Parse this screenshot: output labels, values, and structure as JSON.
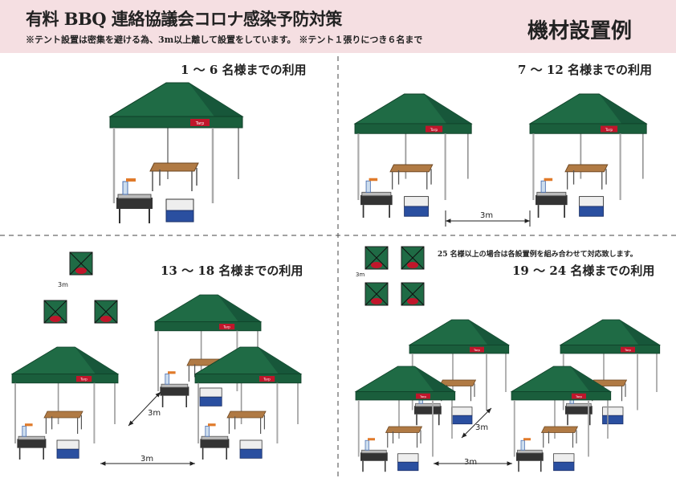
{
  "header": {
    "title": "有料 BBQ 連絡協議会コロナ感染予防対策",
    "subtitle": "※テント設置は密集を避ける為、3m以上離して設置をしています。 ※テント１張りにつき６名まで",
    "badge": "機材設置例"
  },
  "sections": [
    {
      "label": "1 〜 6 名様までの利用"
    },
    {
      "label": "7 〜 12 名様までの利用"
    },
    {
      "label": "13 〜 18 名様までの利用"
    },
    {
      "label": "19 〜 24 名様までの利用",
      "note": "25 名様以上の場合は各設置例を組み合わせて対応致します。"
    }
  ],
  "tent_label": "Tarp",
  "distance": "3m",
  "colors": {
    "header_bg": "#f5dfe2",
    "tent_green": "#1f6b45",
    "tarp_red": "#c0162b",
    "cooler_blue": "#2a4fa0",
    "table_wood": "#b07a44"
  }
}
